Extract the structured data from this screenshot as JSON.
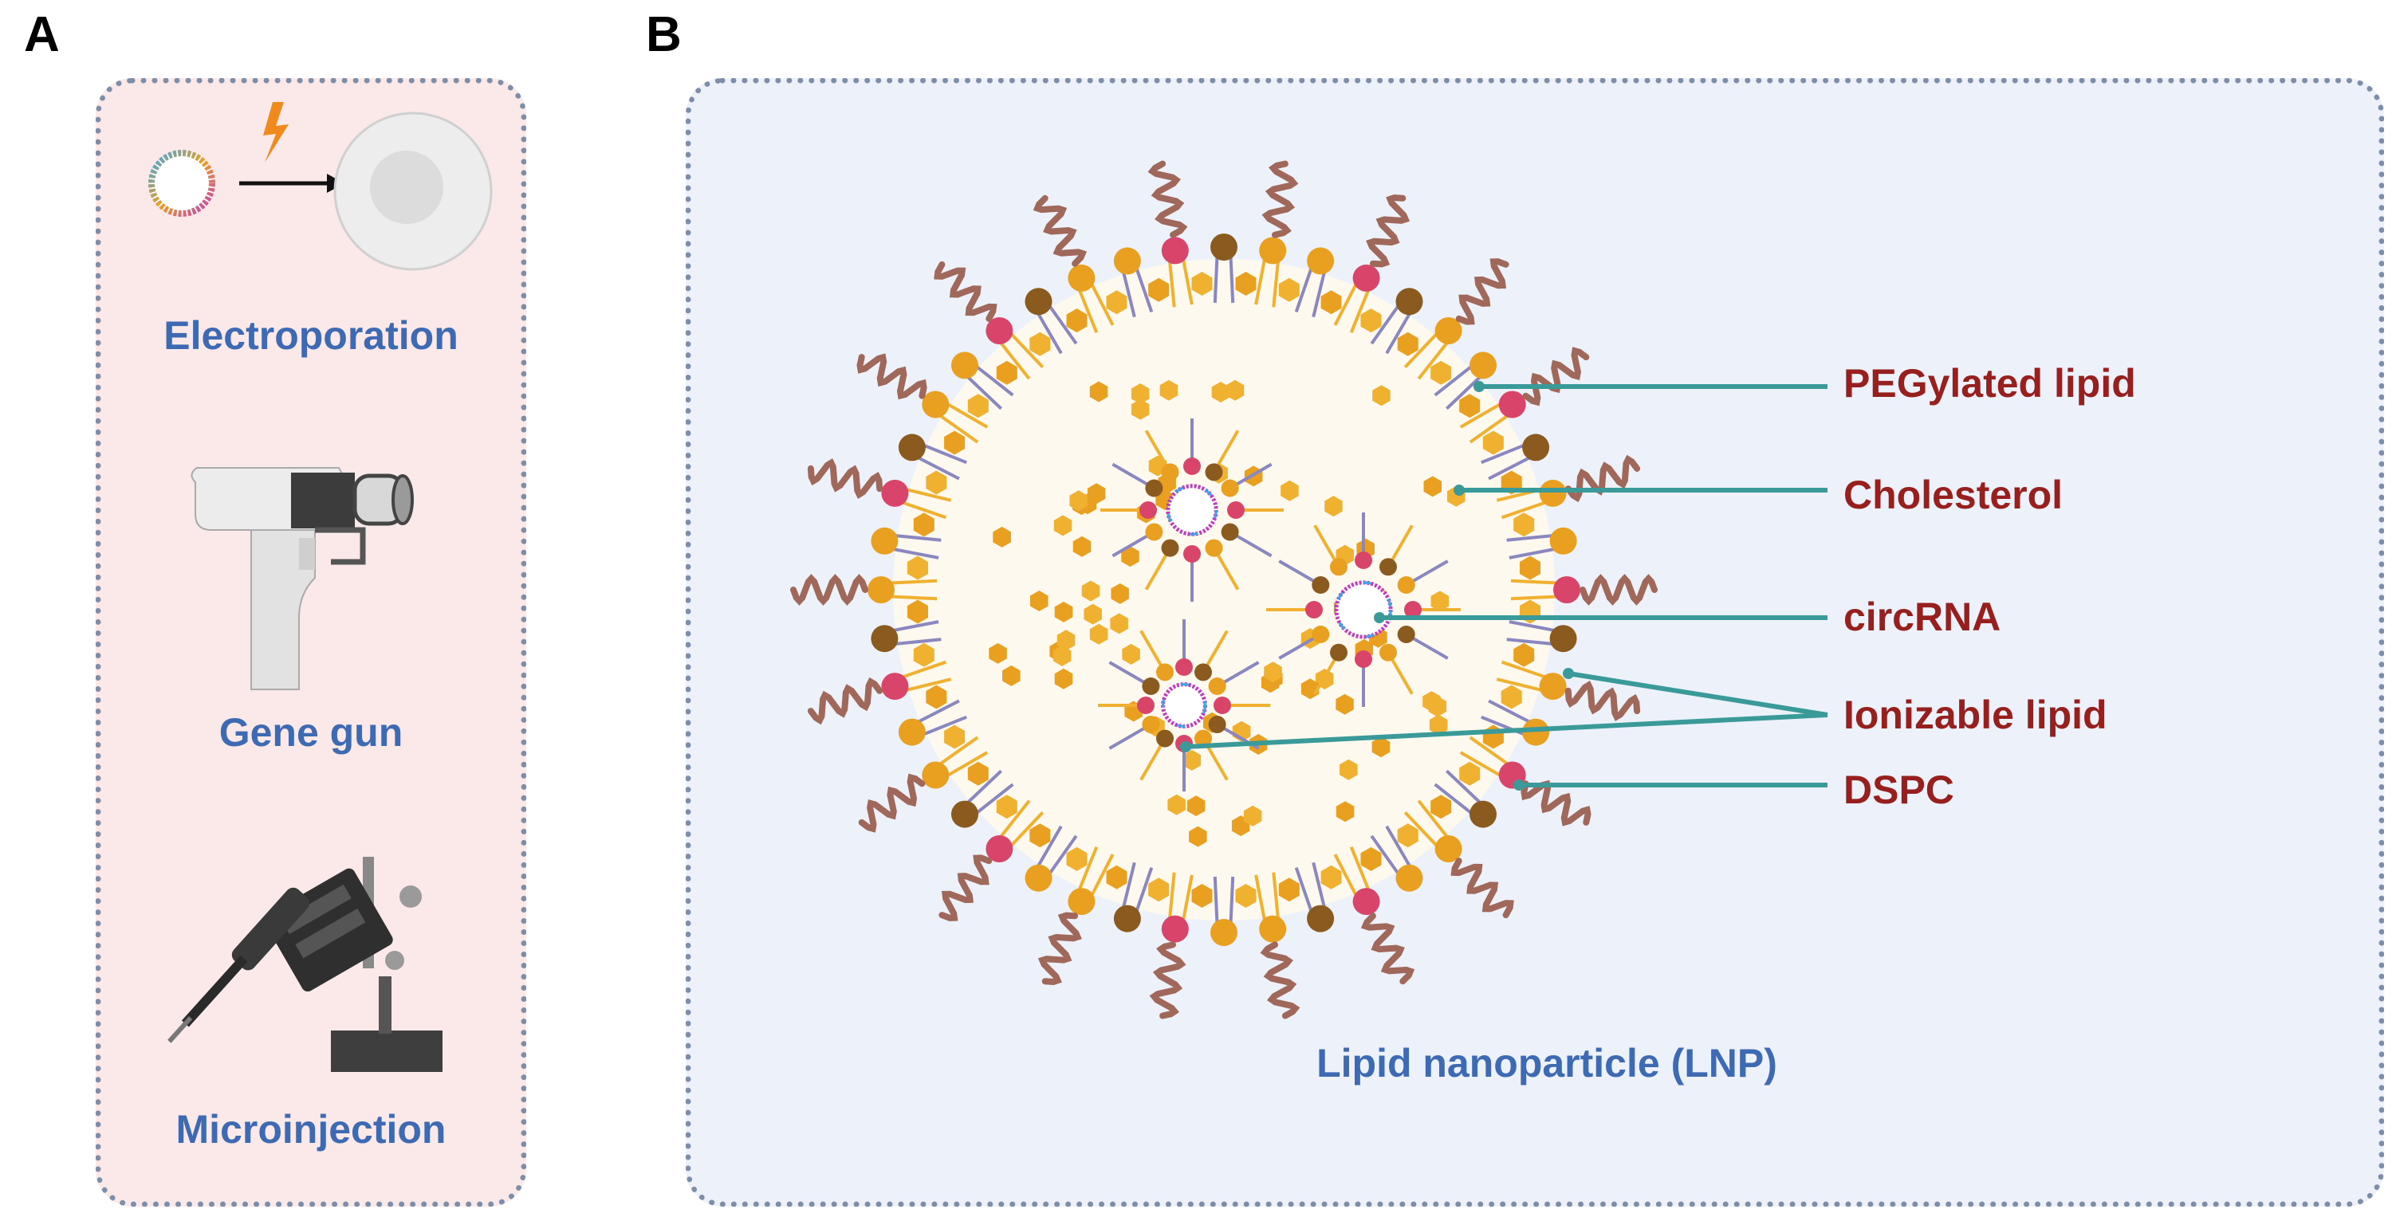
{
  "panels": {
    "a": {
      "letter": "A",
      "methods": [
        {
          "label": "Electroporation"
        },
        {
          "label": "Gene gun"
        },
        {
          "label": "Microinjection"
        }
      ]
    },
    "b": {
      "letter": "B",
      "caption": "Lipid nanoparticle (LNP)",
      "components": [
        {
          "label": "PEGylated lipid"
        },
        {
          "label": "Cholesterol"
        },
        {
          "label": "circRNA"
        },
        {
          "label": "Ionizable lipid"
        },
        {
          "label": "DSPC"
        }
      ]
    }
  },
  "colors": {
    "panel_a_bg": "#fbe9ea",
    "panel_b_bg": "#edf2fa",
    "caption_blue": "#3d6ab3",
    "label_red": "#97201f",
    "leader_teal": "#3a9a9a",
    "ionizable_lipid": "#d9456a",
    "peg_lipid": "#8b5a1f",
    "dspc": "#e9a020",
    "cholesterol": "#f0b030",
    "peg_chain": "#a0685a",
    "tail": "#8a86c0"
  },
  "icons": [
    "lightning-bolt-icon",
    "plasmid-ring-icon",
    "cell-icon",
    "gene-gun-icon",
    "micromanipulator-icon"
  ]
}
